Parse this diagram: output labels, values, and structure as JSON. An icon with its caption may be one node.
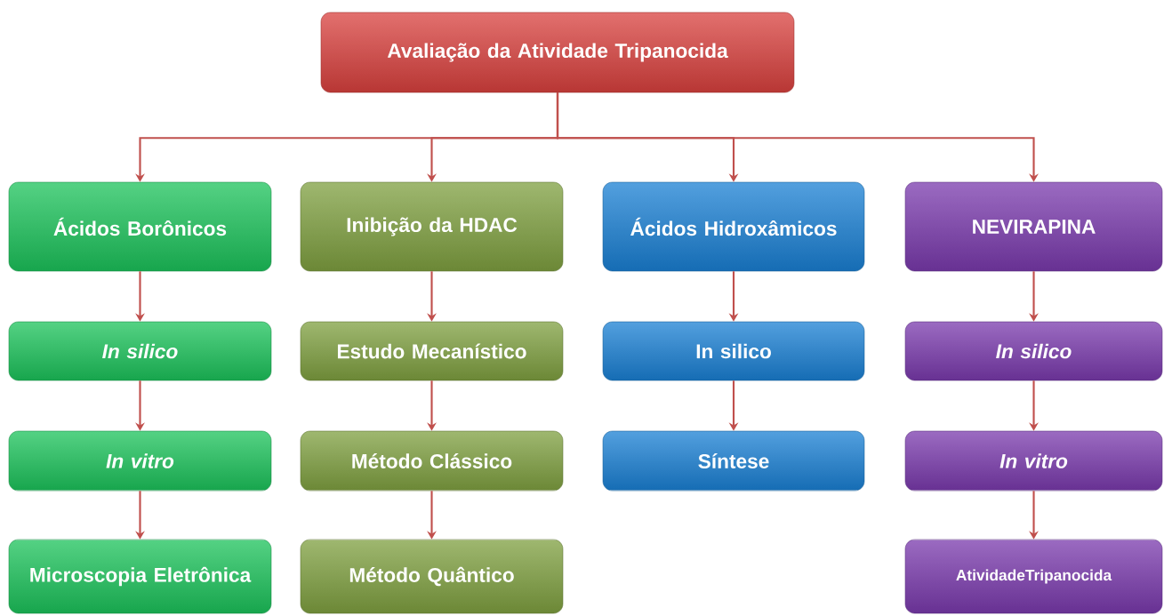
{
  "diagram": {
    "nodes": [
      {
        "text": [
          "Avaliação da Atividade Tripanocida"
        ]
      },
      {
        "text": [
          "Ácidos Borônicos"
        ]
      },
      {
        "text": [
          "Inibição da HDAC"
        ]
      },
      {
        "text": [
          "Ácidos Hidroxâmicos"
        ]
      },
      {
        "text": [
          "NEVIRAPINA"
        ]
      },
      {
        "text": [
          "In silico"
        ]
      },
      {
        "text": [
          "In vitro"
        ]
      },
      {
        "text": [
          "Microscopia Eletrônica"
        ]
      },
      {
        "text": [
          "Estudo Mecanístico"
        ]
      },
      {
        "text": [
          "Método Clássico"
        ]
      },
      {
        "text": [
          "Método Quântico"
        ]
      },
      {
        "text": [
          "In silico"
        ]
      },
      {
        "text": [
          "Síntese"
        ]
      },
      {
        "text": [
          "In silico"
        ]
      },
      {
        "text": [
          "In vitro"
        ]
      },
      {
        "text": [
          "AtividadeTripanocida"
        ]
      }
    ],
    "edges": [
      {
        "from": 0,
        "to": 1,
        "arrow": "to"
      },
      {
        "from": 0,
        "to": 2,
        "arrow": "to"
      },
      {
        "from": 0,
        "to": 3,
        "arrow": "to"
      },
      {
        "from": 0,
        "to": 4,
        "arrow": "to"
      },
      {
        "from": 1,
        "to": 5,
        "arrow": "to"
      },
      {
        "from": 5,
        "to": 6,
        "arrow": "to"
      },
      {
        "from": 6,
        "to": 7,
        "arrow": "to"
      },
      {
        "from": 2,
        "to": 8,
        "arrow": "to"
      },
      {
        "from": 8,
        "to": 9,
        "arrow": "to"
      },
      {
        "from": 9,
        "to": 10,
        "arrow": "to"
      },
      {
        "from": 3,
        "to": 11,
        "arrow": "to"
      },
      {
        "from": 11,
        "to": 12,
        "arrow": "to"
      },
      {
        "from": 4,
        "to": 13,
        "arrow": "to"
      },
      {
        "from": 13,
        "to": 14,
        "arrow": "to"
      },
      {
        "from": 14,
        "to": 15,
        "arrow": "to"
      }
    ]
  }
}
